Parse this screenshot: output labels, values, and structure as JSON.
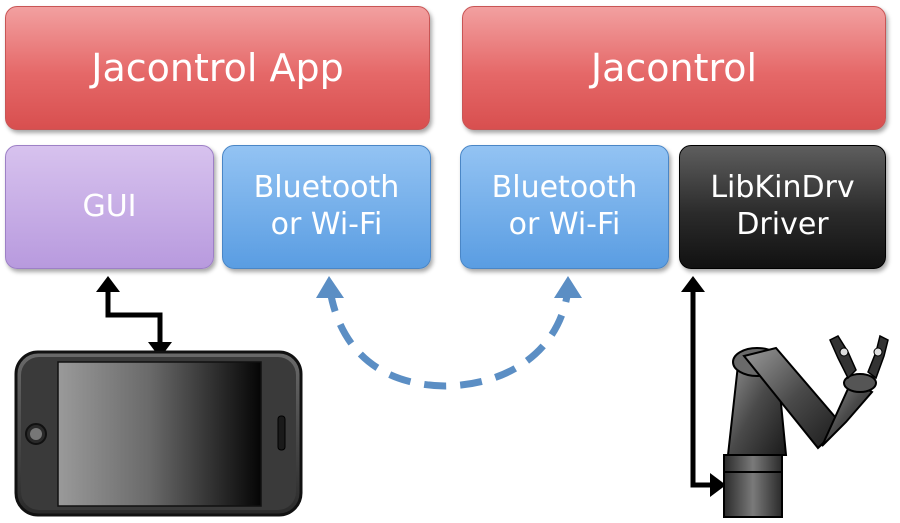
{
  "boxes": {
    "app_title": "Jacontrol App",
    "jacontrol_title": "Jacontrol",
    "gui": "GUI",
    "bt_left_line1": "Bluetooth",
    "bt_left_line2": "or Wi-Fi",
    "bt_right_line1": "Bluetooth",
    "bt_right_line2": "or Wi-Fi",
    "driver_line1": "LibKinDrv",
    "driver_line2": "Driver"
  },
  "icons": {
    "phone": "smartphone-icon",
    "arm": "robotic-arm-icon",
    "link": "wireless-link-arc"
  },
  "colors": {
    "app_layer": "#e56868",
    "gui": "#b89ade",
    "wireless": "#5a9de2",
    "driver": "#2b2b2b",
    "link_arrow": "#5b8ec4"
  }
}
